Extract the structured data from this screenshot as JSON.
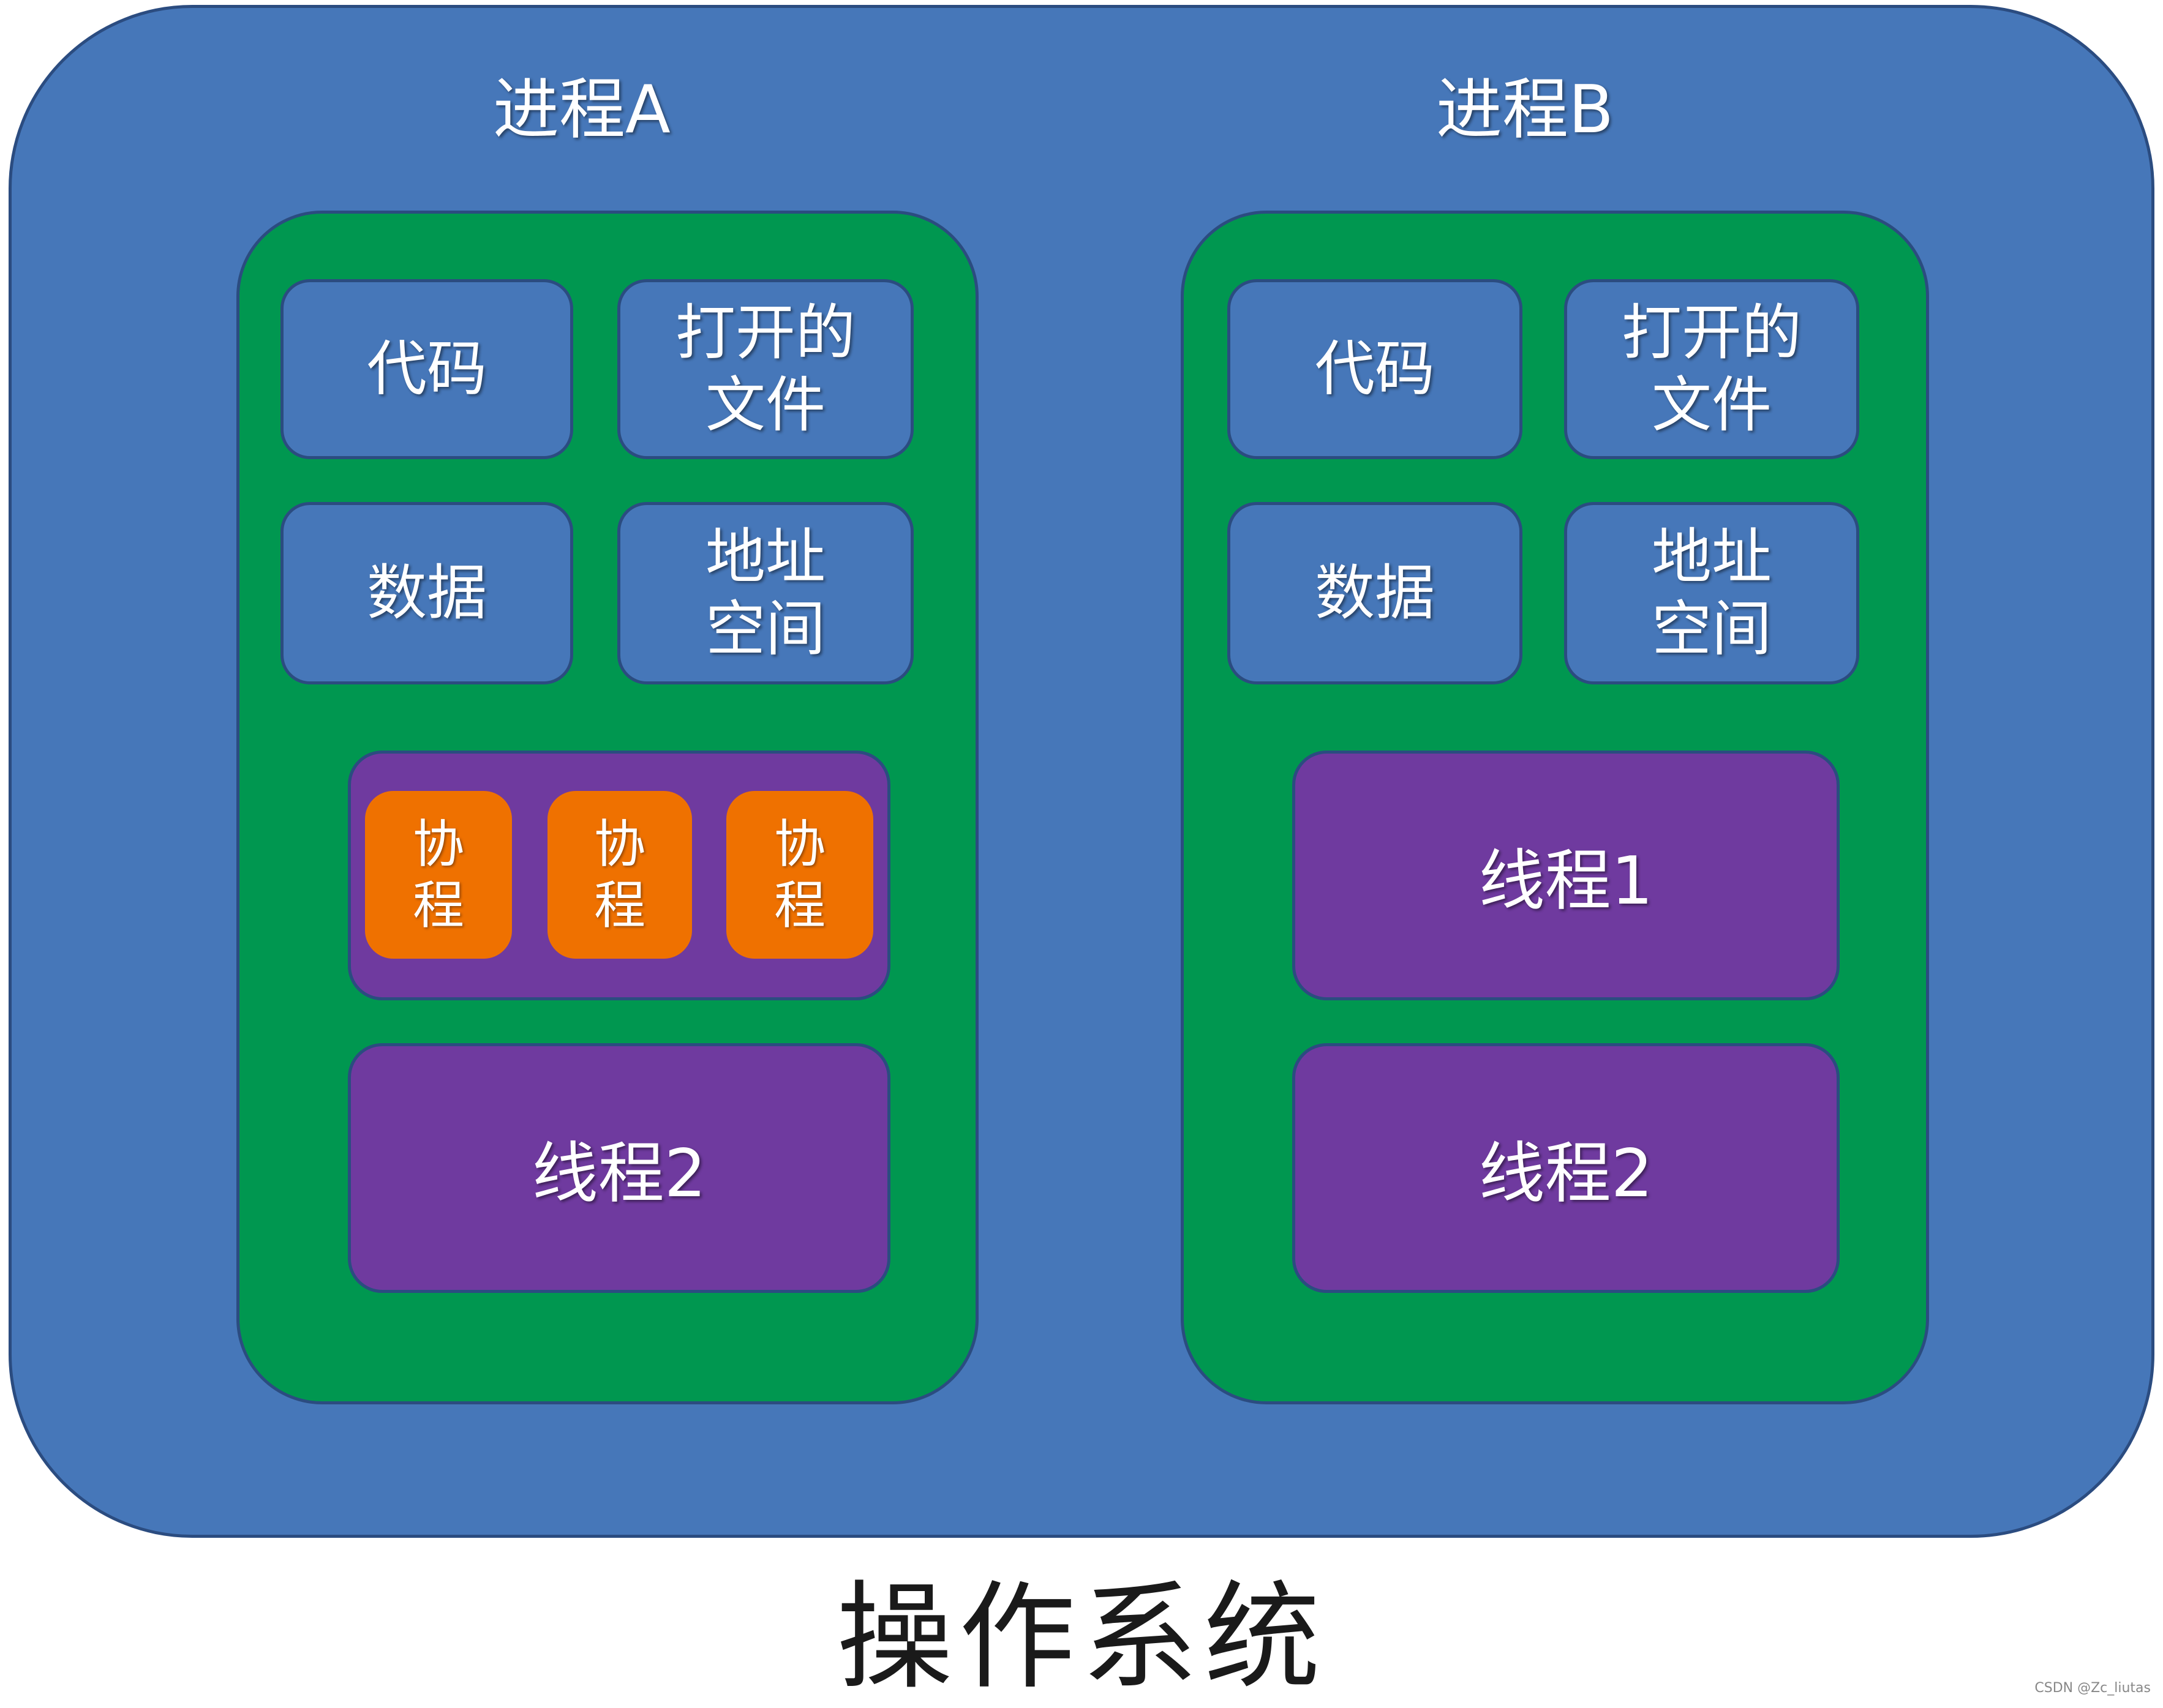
{
  "os_label": "操作系统",
  "process_a": {
    "title": "进程A",
    "resources": [
      "代码",
      "打开的\n文件",
      "数据",
      "地址\n空间"
    ],
    "coroutines": [
      "协\n程",
      "协\n程",
      "协\n程"
    ],
    "thread": "线程2"
  },
  "process_b": {
    "title": "进程B",
    "resources": [
      "代码",
      "打开的\n文件",
      "数据",
      "地址\n空间"
    ],
    "threads": [
      "线程1",
      "线程2"
    ]
  },
  "watermark": "CSDN @Zc_liutas",
  "colors": {
    "os_box": "#4677b9",
    "process_box": "#009750",
    "thread": "#6f3a9f",
    "coroutine": "#ef7100"
  }
}
